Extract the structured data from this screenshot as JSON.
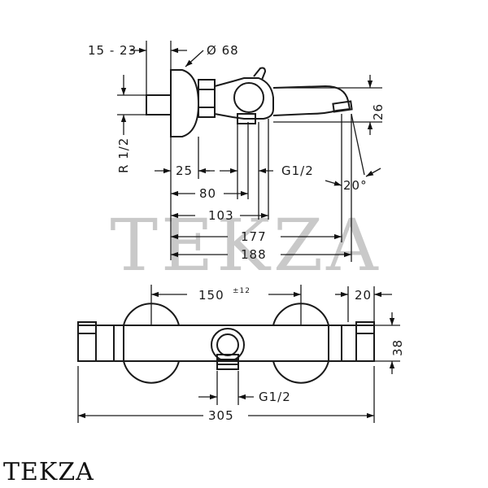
{
  "watermark": "TEKZA",
  "brand": "TEKZA",
  "dimensions": {
    "thread_depth": "15 - 23",
    "diameter": "Ø 68",
    "inlet_thread": "R 1/2",
    "spout_height": "26",
    "d25": "25",
    "outlet_thread_side": "G1/2",
    "angle": "20°",
    "d80": "80",
    "d103": "103",
    "d177": "177",
    "d188": "188",
    "center_distance": "150",
    "center_tolerance": "±12",
    "d20": "20",
    "d38": "38",
    "outlet_thread_front": "G1/2",
    "total_length": "305"
  }
}
